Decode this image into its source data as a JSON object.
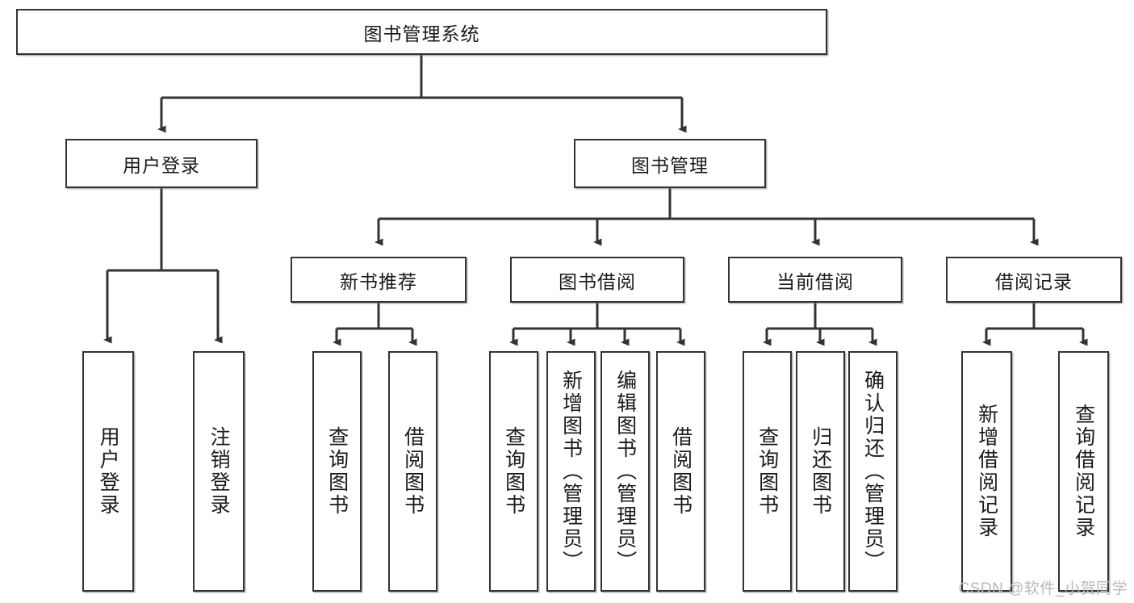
{
  "diagram": {
    "type": "tree",
    "title": "图书管理系统",
    "root": {
      "id": "root",
      "label": "图书管理系统"
    },
    "level2": [
      {
        "id": "user-login",
        "label": "用户登录"
      },
      {
        "id": "book-manage",
        "label": "图书管理"
      }
    ],
    "level3": [
      {
        "id": "new-book-rec",
        "label": "新书推荐",
        "parent": "book-manage"
      },
      {
        "id": "book-borrow",
        "label": "图书借阅",
        "parent": "book-manage"
      },
      {
        "id": "current-borrow",
        "label": "当前借阅",
        "parent": "book-manage"
      },
      {
        "id": "borrow-record",
        "label": "借阅记录",
        "parent": "book-manage"
      }
    ],
    "leaves": [
      {
        "id": "leaf-user-login",
        "label": "用户登录",
        "parent": "user-login"
      },
      {
        "id": "leaf-logout",
        "label": "注销登录",
        "parent": "user-login"
      },
      {
        "id": "leaf-query-book-1",
        "label": "查询图书",
        "parent": "new-book-rec"
      },
      {
        "id": "leaf-borrow-book-1",
        "label": "借阅图书",
        "parent": "new-book-rec"
      },
      {
        "id": "leaf-query-book-2",
        "label": "查询图书",
        "parent": "book-borrow"
      },
      {
        "id": "leaf-add-book",
        "label": "新增图书（管理员）",
        "parent": "book-borrow"
      },
      {
        "id": "leaf-edit-book",
        "label": "编辑图书（管理员）",
        "parent": "book-borrow"
      },
      {
        "id": "leaf-borrow-book-2",
        "label": "借阅图书",
        "parent": "book-borrow"
      },
      {
        "id": "leaf-query-book-3",
        "label": "查询图书",
        "parent": "current-borrow"
      },
      {
        "id": "leaf-return-book",
        "label": "归还图书",
        "parent": "current-borrow"
      },
      {
        "id": "leaf-confirm-return",
        "label": "确认归还（管理员）",
        "parent": "current-borrow"
      },
      {
        "id": "leaf-add-record",
        "label": "新增借阅记录",
        "parent": "borrow-record"
      },
      {
        "id": "leaf-query-record",
        "label": "查询借阅记录",
        "parent": "borrow-record"
      }
    ],
    "colors": {
      "box_border": "#333333",
      "box_fill": "#ffffff",
      "connector": "#333333",
      "text": "#1a1a1a",
      "watermark": "#b9b9b9"
    }
  },
  "watermark": {
    "text": "CSDN @软件_小贺同学"
  }
}
